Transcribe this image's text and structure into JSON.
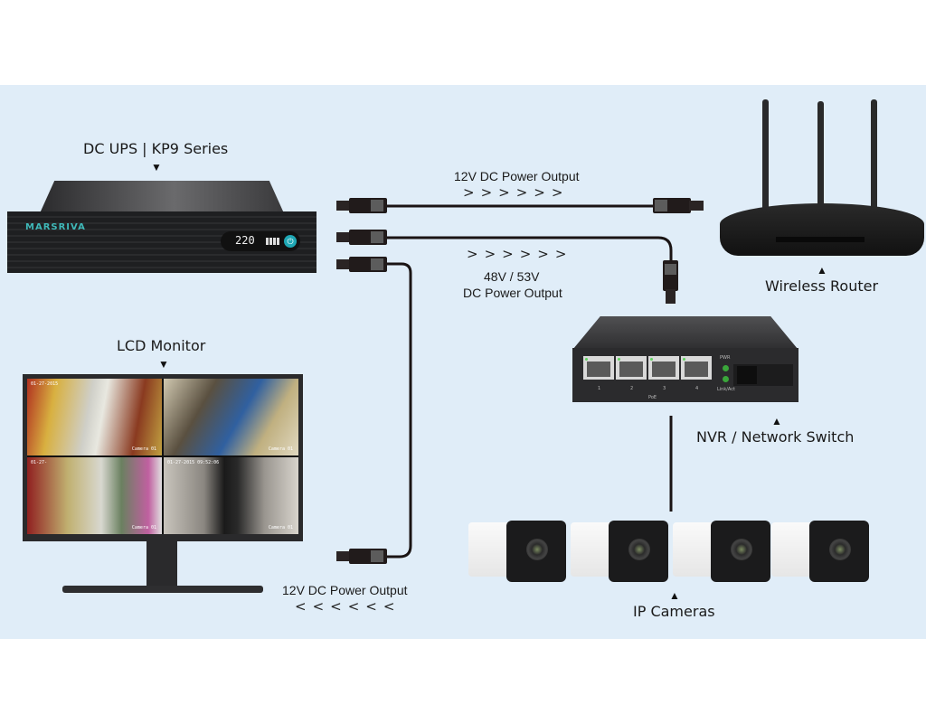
{
  "diagram": {
    "title_nodes": {
      "ups": {
        "label": "DC UPS | KP9 Series",
        "brand": "MARSRIVA",
        "display_reading": "220",
        "power_icon": "power-icon"
      },
      "router": {
        "label": "Wireless Router"
      },
      "switch": {
        "label": "NVR / Network Switch",
        "ports": [
          "1",
          "2",
          "3",
          "4"
        ],
        "port_group_label": "PoE",
        "pwr_label": "PWR",
        "link_label": "Link/Act"
      },
      "monitor": {
        "label": "LCD Monitor",
        "feeds": [
          {
            "timestamp": "01-27-2015",
            "camera": "Camera 01"
          },
          {
            "timestamp": "",
            "camera": "Camera 01"
          },
          {
            "timestamp": "01-27-",
            "camera": "Camera 01"
          },
          {
            "timestamp": "01-27-2015  09:52:06",
            "camera": "Camera 01"
          }
        ]
      },
      "cameras": {
        "label": "IP Cameras",
        "count": 4
      }
    },
    "connections": [
      {
        "label": "12V DC Power Output",
        "arrows": ">>>>>>",
        "direction": "right",
        "from": "DC UPS",
        "to": "Wireless Router"
      },
      {
        "label_line1": "48V / 53V",
        "label_line2": "DC Power Output",
        "arrows": ">>>>>>",
        "direction": "right",
        "from": "DC UPS",
        "to": "NVR / Network Switch"
      },
      {
        "label": "12V DC Power Output",
        "arrows": "<<<<<<",
        "direction": "left",
        "from": "DC UPS",
        "to": "LCD Monitor"
      },
      {
        "label": "",
        "from": "NVR / Network Switch",
        "to": "IP Cameras"
      }
    ],
    "pointer_down": "▼",
    "pointer_up": "▲",
    "colors": {
      "background": "#ffffff",
      "panel": "#e0edf8",
      "cable": "#1a1414",
      "accent": "#1fa7b4"
    }
  }
}
